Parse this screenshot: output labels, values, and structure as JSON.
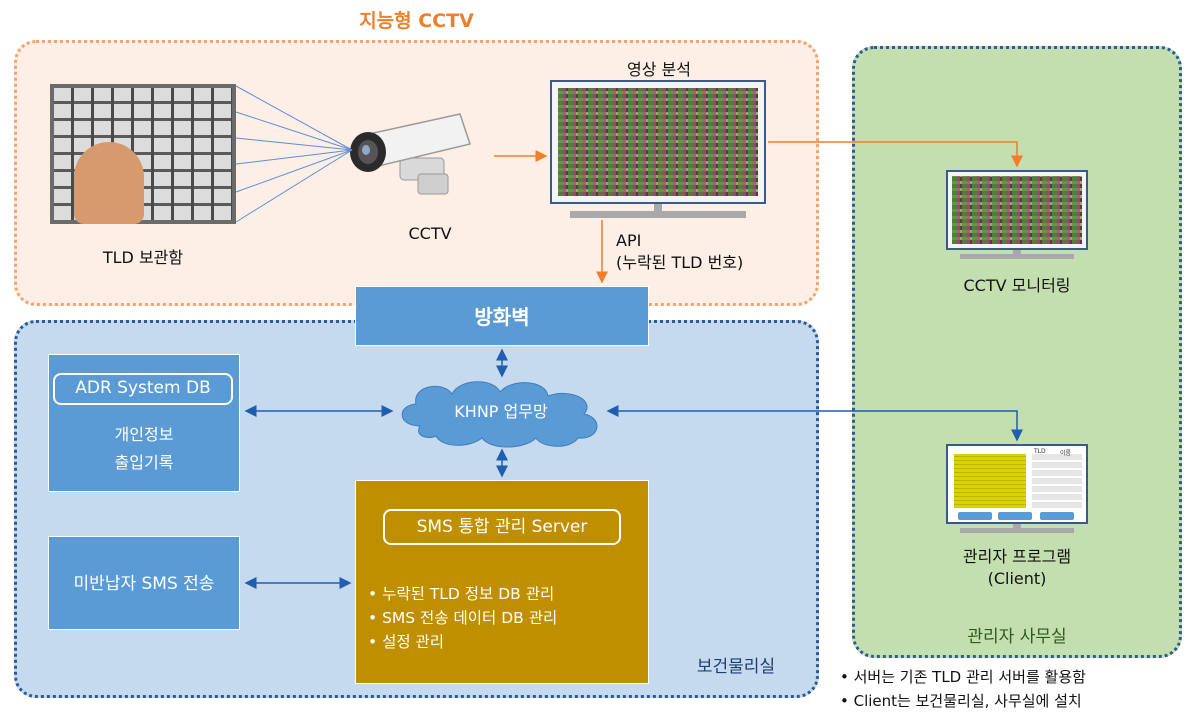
{
  "zones": {
    "cctv_title": "지능형 CCTV",
    "health_physics": "보건물리실",
    "admin_office": "관리자 사무실"
  },
  "nodes": {
    "tld_storage": "TLD 보관함",
    "cctv": "CCTV",
    "video_analysis": "영상 분석",
    "cctv_monitoring": "CCTV 모니터링",
    "api_line1": "API",
    "api_line2": "(누락된 TLD 번호)",
    "firewall": "방화벽",
    "khnp_network": "KHNP 업무망",
    "adr_db_title": "ADR System DB",
    "adr_db_items": [
      "개인정보",
      "출입기록"
    ],
    "sms_send": "미반납자 SMS 전송",
    "sms_server_title": "SMS 통합 관리 Server",
    "sms_server_items": [
      "누락된 TLD 정보 DB 관리",
      "SMS 전송 데이터 DB 관리",
      "설정 관리"
    ],
    "admin_program_line1": "관리자 프로그램",
    "admin_program_line2": "(Client)",
    "admin_screen_col1": "TLD",
    "admin_screen_col2": "이름"
  },
  "notes": [
    "서버는 기존 TLD 관리 서버를 활용함",
    "Client는 보건물리실, 사무실에 설치"
  ],
  "colors": {
    "orange_arrow": "#ee7f2c",
    "blue_arrow": "#1f5fae",
    "box_blue": "#5b9bd5",
    "server_gold": "#bf8f00"
  }
}
